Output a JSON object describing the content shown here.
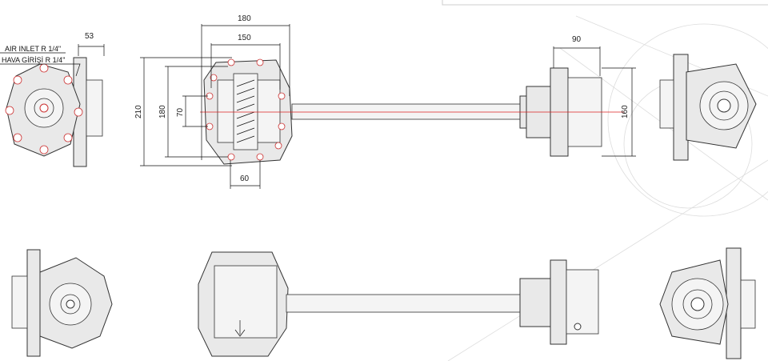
{
  "labels": {
    "air_inlet": "AIR INLET R 1/4\"",
    "hava_girisi": "HAVA GİRİŞİ R 1/4\""
  },
  "dimensions": {
    "side_width": "53",
    "plate_outer_width": "180",
    "plate_hole_spacing": "150",
    "plate_height": "210",
    "plate_hole_height": "180",
    "center_offset": "70",
    "bottom_hole_spacing": "60",
    "gearbox_length": "90",
    "gearbox_height": "160"
  },
  "colors": {
    "centerline": "#dd2222",
    "part_fill": "#e9e9e9"
  }
}
